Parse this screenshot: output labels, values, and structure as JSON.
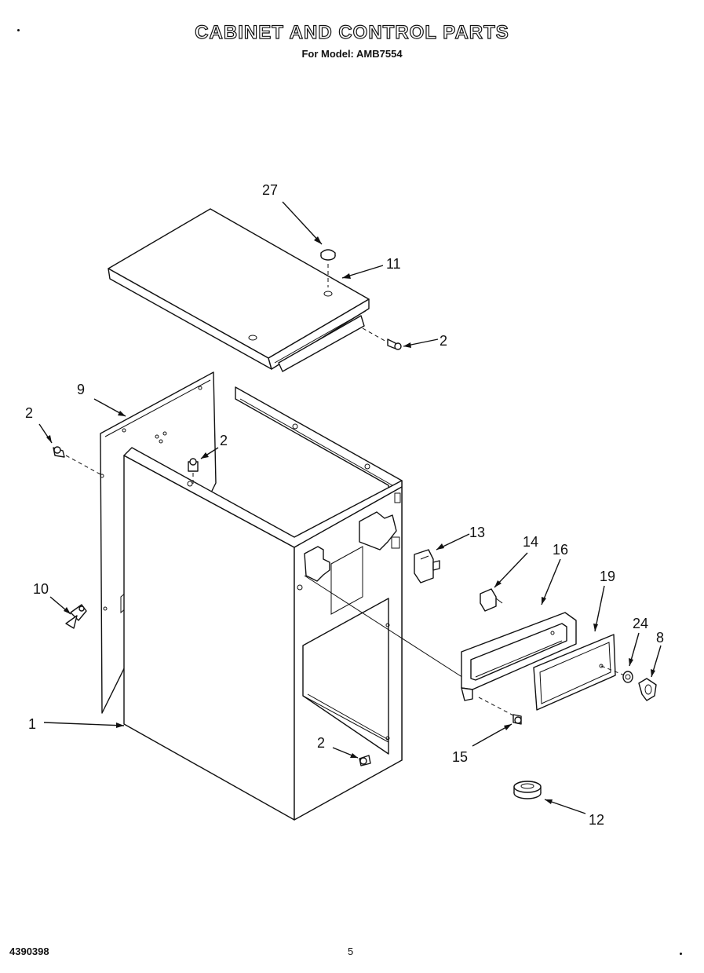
{
  "header": {
    "title": "CABINET AND CONTROL PARTS",
    "subtitle": "For Model: AMB7554"
  },
  "footer": {
    "doc_number": "4390398",
    "page_number": "5"
  },
  "callouts": [
    "27",
    "11",
    "2",
    "9",
    "2",
    "2",
    "13",
    "14",
    "16",
    "19",
    "24",
    "8",
    "10",
    "1",
    "15",
    "2",
    "12"
  ]
}
